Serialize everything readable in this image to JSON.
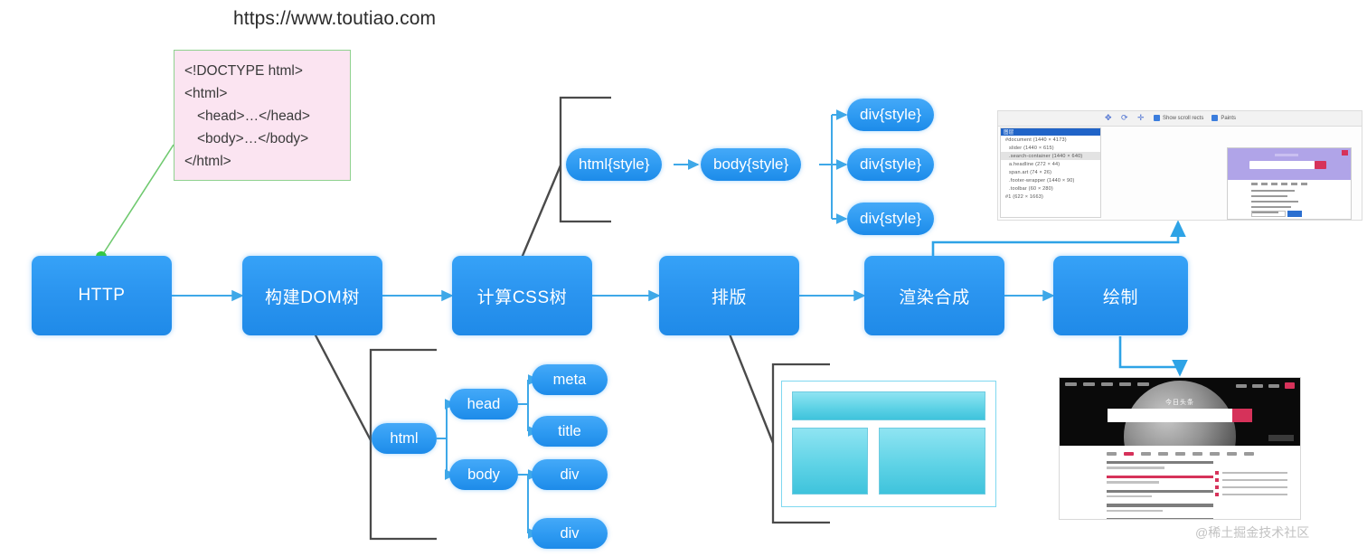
{
  "diagram": {
    "url_caption": "https://www.toutiao.com",
    "code_box": {
      "lines": [
        "<!DOCTYPE html>",
        "<html>",
        "<head>…</head>",
        "<body>…</body>",
        "</html>"
      ]
    },
    "pipeline": [
      {
        "id": "http",
        "label": "HTTP"
      },
      {
        "id": "dom",
        "label": "构建DOM树"
      },
      {
        "id": "css",
        "label": "计算CSS树"
      },
      {
        "id": "layout",
        "label": "排版"
      },
      {
        "id": "composite",
        "label": "渲染合成"
      },
      {
        "id": "paint",
        "label": "绘制"
      }
    ],
    "css_tree": {
      "root": "html{style}",
      "body": "body{style}",
      "children": [
        "div{style}",
        "div{style}",
        "div{style}"
      ]
    },
    "dom_tree": {
      "root": "html",
      "head": "head",
      "body": "body",
      "head_children": [
        "meta",
        "title"
      ],
      "body_children": [
        "div",
        "div"
      ]
    },
    "devtools": {
      "toolbar": {
        "checkbox_scroll_rects": "Show scroll rects",
        "checkbox_paints": "Paints"
      },
      "layer_rows": [
        "#document (1440 × 4173)",
        "slider (1440 × 615)",
        ".search-container (1440 × 640)",
        "a.headline (272 × 44)",
        "span.art (74 × 26)",
        ".footer-wrapper (1440 × 90)",
        ".toolbar (60 × 280)",
        "#1 (622 × 1663)"
      ],
      "selected_row": "图层"
    },
    "page_shot": {
      "site_logo": "今日头条"
    },
    "watermark": "@稀土掘金技术社区",
    "colors": {
      "box_blue": "#2b95f0",
      "pill_blue": "#2f9bf2",
      "arrow_blue": "#3ea8e8",
      "bracket_gray": "#4a4a4a",
      "code_fill": "#fbe4f1",
      "code_border": "#8fd18f",
      "connector_green": "#6fc96f",
      "wire_cyan": "#5fd3e6",
      "accent_red": "#d6325a"
    }
  }
}
